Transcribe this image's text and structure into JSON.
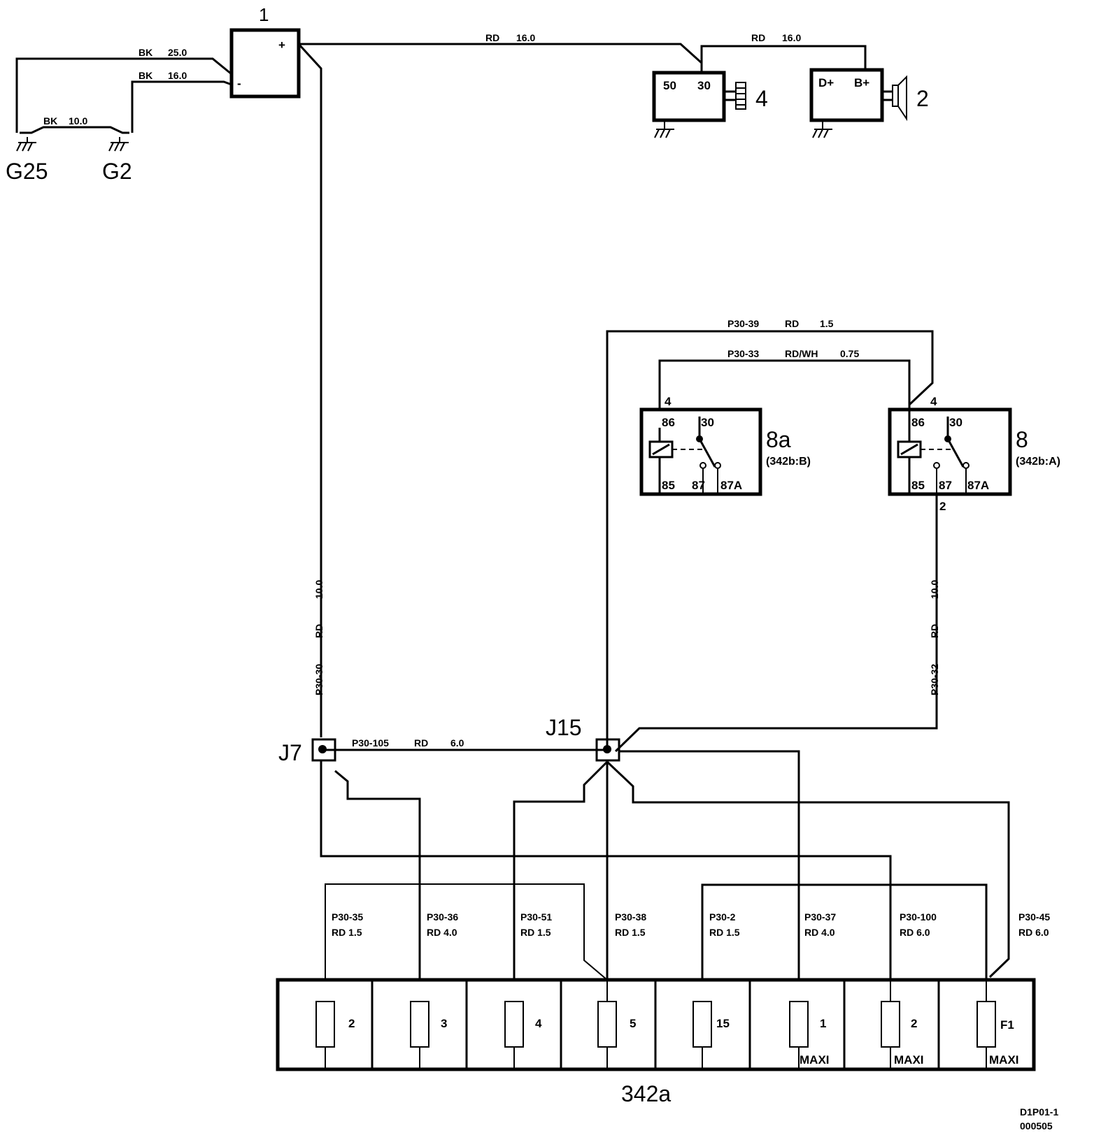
{
  "components": {
    "battery": {
      "id": "1",
      "plus": "+",
      "minus": "-"
    },
    "starter": {
      "id": "4",
      "pins": [
        "50",
        "30"
      ]
    },
    "alternator": {
      "id": "2",
      "pins": [
        "D+",
        "B+"
      ]
    },
    "relay_8a": {
      "id": "8a",
      "ref": "(342b:B)",
      "pin_top": "4",
      "pins": [
        "86",
        "30",
        "85",
        "87",
        "87A"
      ]
    },
    "relay_8": {
      "id": "8",
      "ref": "(342b:A)",
      "pin_top": "4",
      "pin_bottom": "2",
      "pins": [
        "86",
        "30",
        "85",
        "87",
        "87A"
      ]
    },
    "fusebox": {
      "id": "342a"
    }
  },
  "grounds": [
    "G25",
    "G2"
  ],
  "junctions": [
    "J7",
    "J15"
  ],
  "wires": {
    "bk25": [
      "BK",
      "25.0"
    ],
    "bk16": [
      "BK",
      "16.0"
    ],
    "bk10": [
      "BK",
      "10.0"
    ],
    "rd16_a": [
      "RD",
      "16.0"
    ],
    "rd16_b": [
      "RD",
      "16.0"
    ],
    "p30_39": [
      "P30-39",
      "RD",
      "1.5"
    ],
    "p30_33": [
      "P30-33",
      "RD/WH",
      "0.75"
    ],
    "p30_105": [
      "P30-105",
      "RD",
      "6.0"
    ],
    "p30_30": [
      "P30-30",
      "RD",
      "10.0"
    ],
    "p30_32": [
      "P30-32",
      "RD",
      "10.0"
    ]
  },
  "fuse_wires": [
    {
      "code": "P30-35",
      "spec": "RD 1.5"
    },
    {
      "code": "P30-36",
      "spec": "RD 4.0"
    },
    {
      "code": "P30-51",
      "spec": "RD 1.5"
    },
    {
      "code": "P30-38",
      "spec": "RD 1.5"
    },
    {
      "code": "P30-2",
      "spec": "RD 1.5"
    },
    {
      "code": "P30-37",
      "spec": "RD 4.0"
    },
    {
      "code": "P30-100",
      "spec": "RD 6.0"
    },
    {
      "code": "P30-45",
      "spec": "RD 6.0"
    }
  ],
  "fuses": [
    {
      "label": "2",
      "type": ""
    },
    {
      "label": "3",
      "type": ""
    },
    {
      "label": "4",
      "type": ""
    },
    {
      "label": "5",
      "type": ""
    },
    {
      "label": "15",
      "type": ""
    },
    {
      "label": "1",
      "type": "MAXI"
    },
    {
      "label": "2",
      "type": "MAXI"
    },
    {
      "label": "F1",
      "type": "MAXI"
    }
  ],
  "footer": {
    "line1": "D1P01-1",
    "line2": "000505"
  }
}
